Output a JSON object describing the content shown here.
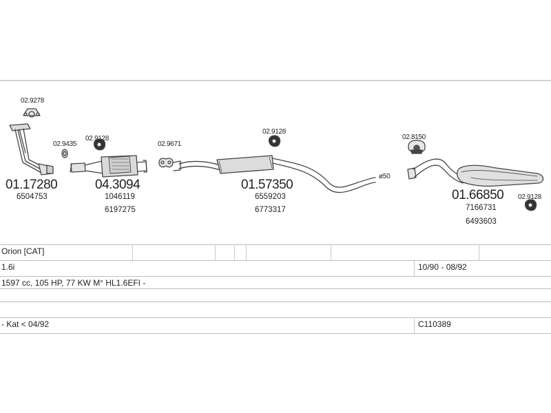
{
  "parts": [
    {
      "id": "gasket-1",
      "code": "02.9278"
    },
    {
      "id": "gasket-2",
      "code": "02.9435"
    },
    {
      "id": "mount-1",
      "code": "02.9128"
    },
    {
      "id": "gasket-3",
      "code": "02.9671"
    },
    {
      "id": "mount-2",
      "code": "02.9128"
    },
    {
      "id": "mount-3",
      "code": "02.8150"
    },
    {
      "id": "mount-4",
      "code": "02.9128"
    },
    {
      "id": "front-pipe",
      "code": "01.17280",
      "oem": [
        "6504753"
      ]
    },
    {
      "id": "catalyst",
      "code": "04.3094",
      "oem": [
        "1046119",
        "6197275"
      ]
    },
    {
      "id": "middle-silencer",
      "code": "01.57350",
      "oem": [
        "6559203",
        "6773317"
      ]
    },
    {
      "id": "rear-silencer",
      "code": "01.66850",
      "oem": [
        "7166731",
        "6493603"
      ]
    }
  ],
  "pipe_diameter": "ø50",
  "vehicle": {
    "model": "Orion  [CAT]",
    "engine": "1.6i",
    "period": "10/90 - 08/92",
    "specs": "1597 cc, 105 HP, 77 KW M° HL1.6EFI -",
    "note": "- Kat < 04/92",
    "ref": "C110389"
  }
}
